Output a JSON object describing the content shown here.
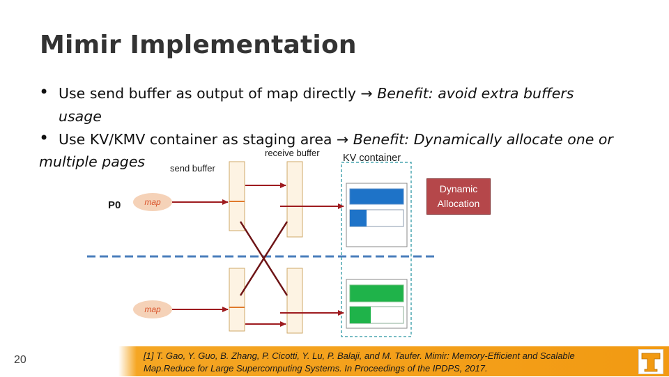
{
  "slide": {
    "title": "Mimir Implementation",
    "page_number": "20"
  },
  "bullets": [
    {
      "text": "Use send buffer as output of map directly ",
      "arrow": "→",
      "benefit_line1": " Benefit: avoid extra buffers",
      "benefit_line2": "usage"
    },
    {
      "text": "Use KV/KMV container as staging area ",
      "arrow": "→",
      "benefit_line1": " Benefit: Dynamically allocate one or",
      "benefit_line2": "multiple pages"
    }
  ],
  "diagram": {
    "send_buffer_label": "send buffer",
    "receive_buffer_label": "receive buffer",
    "kv_container_label": "KV container",
    "process_label": "P0",
    "map_label_top": "map",
    "map_label_bottom": "map",
    "dynamic_line1": "Dynamic",
    "dynamic_line2": "Allocation",
    "colors": {
      "arrow": "#9e1b1f",
      "map_ellipse": "#f5d2b8",
      "map_text": "#d9532b",
      "buffer_fill": "#fdf3e3",
      "buffer_stroke": "#cfa86a",
      "kv_border": "#4aa6b0",
      "divider": "#4a7ebb",
      "blue_page": "#1e73c8",
      "green_page": "#1fb34a"
    }
  },
  "citation": {
    "line1": "[1] T. Gao, Y. Guo, B. Zhang, P. Cicotti, Y. Lu, P. Balaji, and M. Taufer. Mimir: Memory-Efficient and Scalable",
    "line2": "Map.Reduce for Large Supercomputing Systems. In Proceedings of the IPDPS, 2017."
  },
  "logo": {
    "icon": "university-t-logo-icon",
    "letter": "T",
    "color": "#f29a12"
  }
}
